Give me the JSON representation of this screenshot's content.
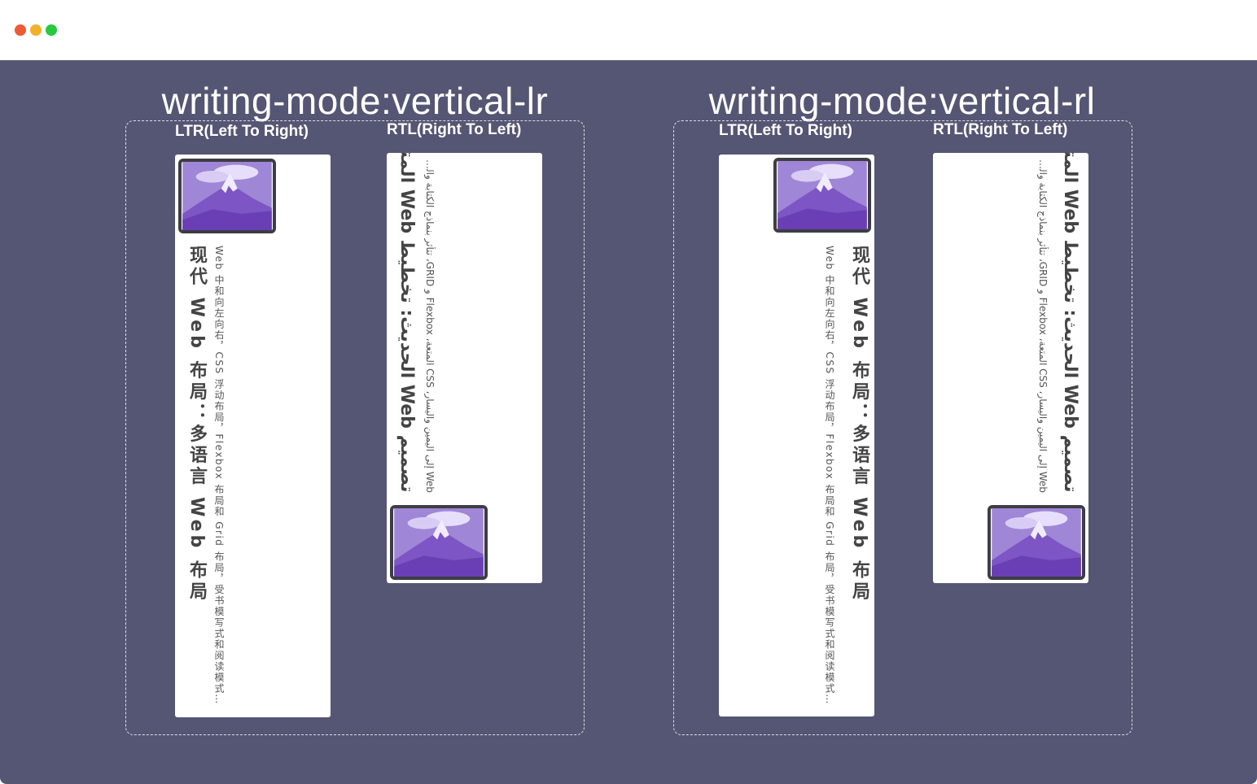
{
  "window": {
    "controls": [
      "close",
      "minimize",
      "zoom"
    ]
  },
  "colors": {
    "background": "#555673",
    "card": "#ffffff",
    "text": "#444444",
    "photo_border": "#3d3d44"
  },
  "demos": [
    {
      "heading": "writing-mode:vertical-lr",
      "ltr": {
        "label": "LTR(Left To Right)",
        "title": "现代 Web 布局：多语言 Web 布局",
        "body": "Web 中和向左向右，CSS 浮动布局，Flexbox 布局和 Grid 布局，受书模写式和阅读模式的影响…"
      },
      "rtl": {
        "label": "RTL(Right To Left)",
        "title": "تصميم Web الحديث: تخطيط Web المتعدد اللغات",
        "body": "Web إلى اليمين واليسار، CSS المتعة، Flexbox و GRID، تتأثر بنماذج الكتابة والقراءة…"
      }
    },
    {
      "heading": "writing-mode:vertical-rl",
      "ltr": {
        "label": "LTR(Left To Right)",
        "title": "现代 Web 布局：多语言 Web 布局",
        "body": "Web 中和向左向右，CSS 浮动布局，Flexbox 布局和 Grid 布局，受书模写式和阅读模式的影响…"
      },
      "rtl": {
        "label": "RTL(Right To Left)",
        "title": "تصميم Web الحديث: تخطيط Web المتعدد اللغات",
        "body": "Web إلى اليمين واليسار، CSS المتعة، Flexbox و GRID، تتأثر بنماذج الكتابة والقراءة…"
      }
    }
  ],
  "photo": {
    "subject": "mountain-peak",
    "tint": "#8a5cc9"
  }
}
